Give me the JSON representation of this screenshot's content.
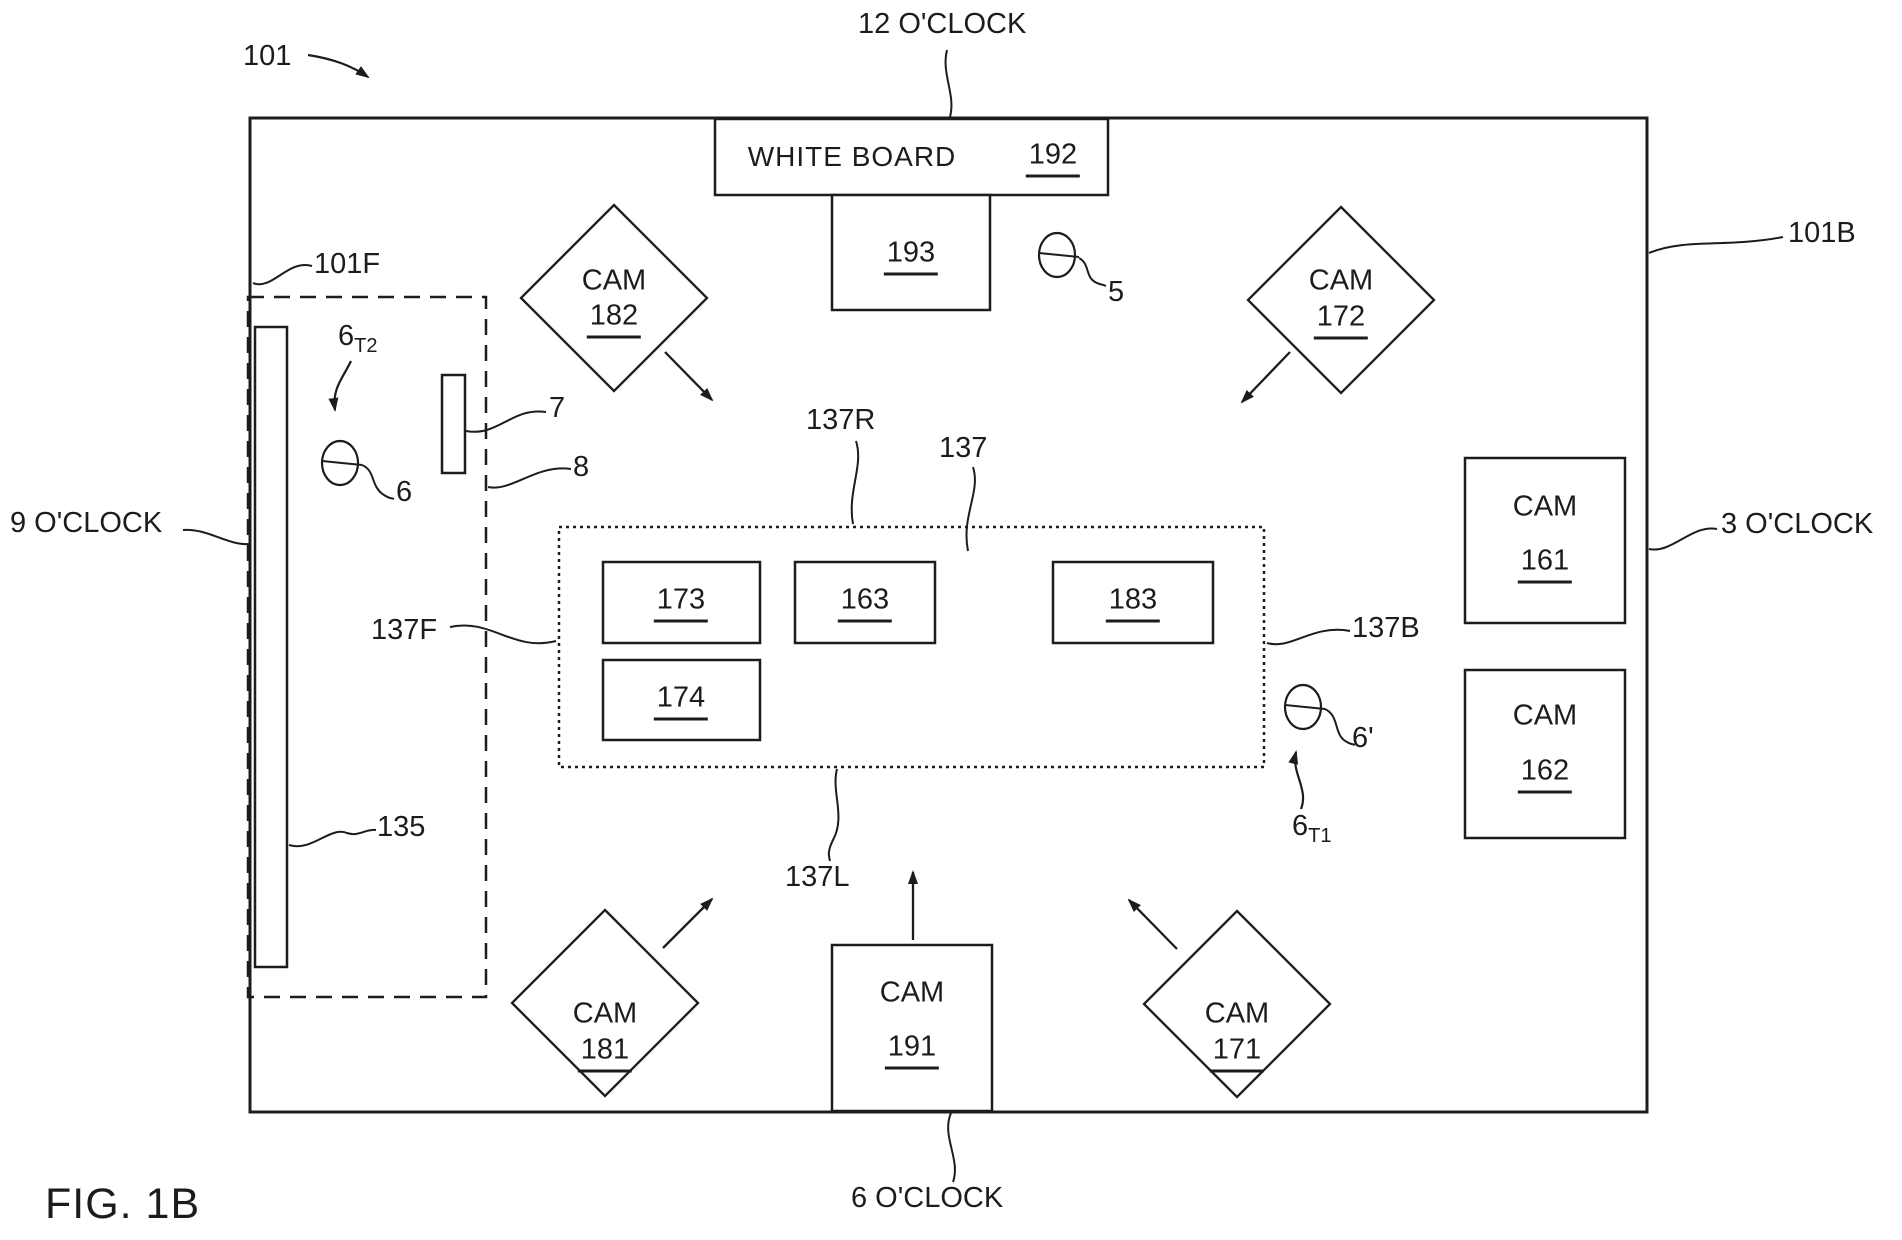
{
  "figure_label": "FIG. 1B",
  "room": {
    "ref": "101",
    "front_wall_ref": "101F",
    "back_wall_ref": "101B",
    "display_ref": "135"
  },
  "clock": {
    "twelve": "12 O'CLOCK",
    "three": "3 O'CLOCK",
    "six": "6 O'CLOCK",
    "nine": "9 O'CLOCK"
  },
  "whiteboard": {
    "label": "WHITE BOARD",
    "ref": "192"
  },
  "panel_193": {
    "ref": "193"
  },
  "cameras": {
    "c182": {
      "label": "CAM",
      "ref": "182"
    },
    "c172": {
      "label": "CAM",
      "ref": "172"
    },
    "c161": {
      "label": "CAM",
      "ref": "161"
    },
    "c162": {
      "label": "CAM",
      "ref": "162"
    },
    "c181": {
      "label": "CAM",
      "ref": "181"
    },
    "c171": {
      "label": "CAM",
      "ref": "171"
    },
    "c191": {
      "label": "CAM",
      "ref": "191"
    }
  },
  "table": {
    "ref": "137",
    "right_ref": "137R",
    "front_ref": "137F",
    "back_ref": "137B",
    "left_ref": "137L",
    "seats": {
      "s173": "173",
      "s163": "163",
      "s183": "183",
      "s174": "174"
    }
  },
  "participants": {
    "p5": "5",
    "p6": "6",
    "p6_prime": "6'"
  },
  "time_markers": {
    "t1": {
      "base": "6",
      "sub": "T1"
    },
    "t2": {
      "base": "6",
      "sub": "T2"
    }
  },
  "devices": {
    "d7": "7",
    "d8": "8"
  },
  "colors": {
    "ink": "#1c1c1c",
    "background": "#ffffff"
  }
}
